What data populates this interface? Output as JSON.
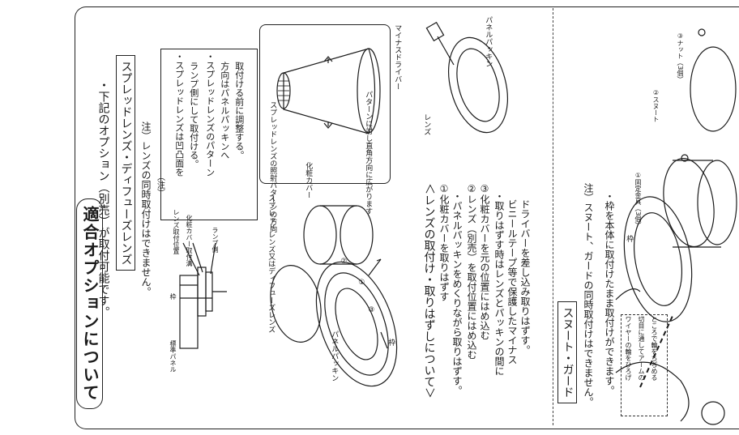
{
  "page": {
    "title": "適合オプションについて",
    "intro": "・下記のオプション（別売）が取付可能です。"
  },
  "lens": {
    "heading": "スプレッドレンズ・ディフューズレンズ",
    "note": "注）レンズの同時取付けはできません。",
    "diagram_labels": {
      "panel": "標準パネル",
      "frame": "枠",
      "lens_position": "レンズ取付位置",
      "cover_groove": "化粧カバー取付溝",
      "lamp_side": "ランプ側"
    },
    "note_box": {
      "head": "（注）",
      "lines": [
        "・スプレッドレンズは凹凸面を",
        "ランプ側にして取付ける。",
        "・スプレッドレンズのパターン",
        "方向はパネルパッキンへ",
        "取付ける前に調整する。"
      ]
    },
    "pattern_labels": {
      "spread_direction": "スプレッドレンズの照射パターンの方向",
      "spread_perpendicular": "パターンに対し直角方向に広がります"
    },
    "parts": {
      "spread_or_diffuse": "スプレッドレンズ又はディフューズレンズ",
      "decor_cover": "化粧カバー",
      "panel_packing": "パネルパッキン",
      "frame": "枠",
      "lens": "レンズ",
      "minus_driver": "マイナスドライバー",
      "panel_packing2": "パネルパッキン",
      "callout1": "①",
      "callout2": "②",
      "callout3": "③"
    }
  },
  "removal": {
    "heading": "＜レンズの取付け・取りはずしについて＞",
    "steps": [
      "①化粧カバーを取りはずす",
      "・パネルパッキンをめくりながら取りはずす。",
      "②レンズ（別売）を取付位置にはめ込む",
      "③化粧カバーを元の位置にはめ込む",
      "・取りはずす時はレンズとパッキンの間に",
      "ビニールテープ等で保護したマイナス",
      "ドライバーを差し込み取りはずす。"
    ]
  },
  "snoot": {
    "heading": "スヌート・ガード",
    "note": "注）スヌート、ガードの同時取付けはできません。",
    "line1": "・枠を本体に取付けたまま取付けができます。",
    "handwritten": [
      "ワイヤーの輪をひろげ",
      "切目に通してアームの",
      "ところで輪をちぢめる"
    ],
    "labels": {
      "frame": "枠",
      "fixing_metal": "①固定金具（3個）",
      "snoot": "②スヌート",
      "nut": "③ナット（3個）"
    }
  },
  "colors": {
    "ink": "#1a1a1a",
    "background": "#ffffff"
  }
}
